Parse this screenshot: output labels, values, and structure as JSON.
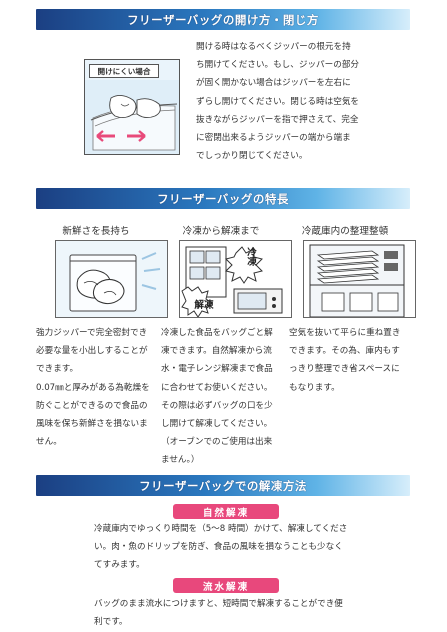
{
  "section1": {
    "title": "フリーザーバッグの開け方・閉じ方",
    "illustration_label": "開けにくい場合",
    "lines": [
      "開ける時はなるべくジッパーの根元を持",
      "ち開けてください。もし、ジッパーの部分",
      "が固く開かない場合はジッパーを左右に",
      "ずらし開けてください。閉じる時は空気を",
      "抜きながらジッパーを指で押さえて、完全",
      "に密閉出来るようジッパーの端から端ま",
      "でしっかり閉じてください。"
    ]
  },
  "section2": {
    "title": "フリーザーバッグの特長",
    "features": [
      {
        "heading": "新鮮さを長持ち",
        "lines": [
          "強力ジッパーで完全密封でき",
          "必要な量を小出しすることが",
          "できます。",
          "0.07㎜と厚みがある為乾燥を",
          "防ぐことができるので食品の",
          "風味を保ち新鮮さを損ないま",
          "せん。"
        ]
      },
      {
        "heading": "冷凍から解凍まで",
        "badge_top": "冷凍",
        "badge_bottom": "解凍",
        "lines": [
          "冷凍した食品をバッグごと解",
          "凍できます。自然解凍から流",
          "水・電子レンジ解凍まで食品",
          "に合わせてお使いください。",
          "その際は必ずバッグの口を少",
          "し開けて解凍してください。",
          "（オーブンでのご使用は出来",
          "ません。）"
        ]
      },
      {
        "heading": "冷蔵庫内の整理整頓",
        "lines": [
          "空気を抜いて平らに重ね置き",
          "できます。その為、庫内もす",
          "っきり整理でき省スペースに",
          "もなります。"
        ]
      }
    ]
  },
  "section3": {
    "title": "フリーザーバッグでの解凍方法",
    "methods": [
      {
        "label": "自然解凍",
        "lines": [
          "冷蔵庫内でゆっくり時間を（5〜8 時間）かけて、解凍してくださ",
          "い。肉・魚のドリップを防ぎ、食品の風味を損なうことも少なく",
          "てすみます。"
        ]
      },
      {
        "label": "流水解凍",
        "lines": [
          "バッグのまま流水につけますと、短時間で解凍することができ便",
          "利です。"
        ]
      }
    ]
  }
}
